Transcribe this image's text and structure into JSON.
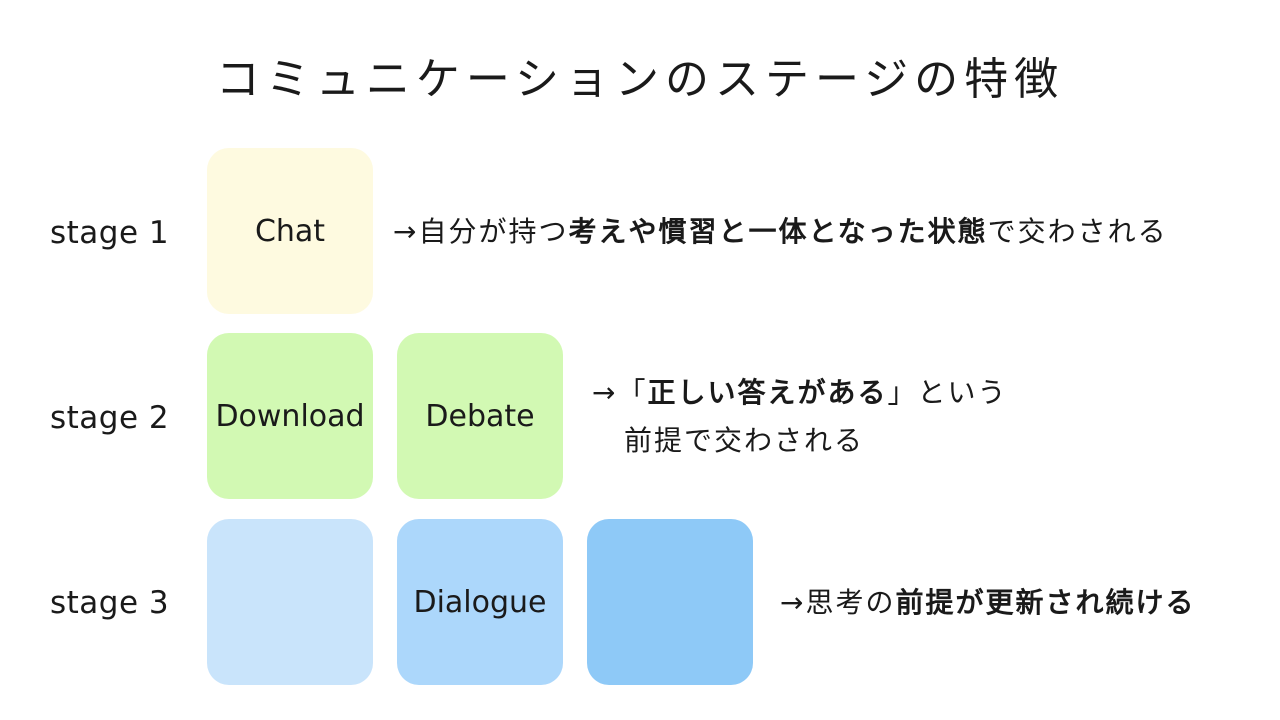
{
  "title": "コミュニケーションのステージの特徴",
  "colors": {
    "stage1_card": "#fefae0",
    "stage2_card": "#d2f9b3",
    "stage3_card_light": "#c9e4fb",
    "stage3_card_mid": "#acd7fb",
    "stage3_card_dark": "#8ec9f7"
  },
  "stages": [
    {
      "label": "stage 1",
      "cards": [
        "Chat"
      ],
      "description": {
        "arrow": "→",
        "parts": [
          {
            "text": "自分が持つ",
            "bold": false
          },
          {
            "text": "考えや慣習と一体となった状態",
            "bold": true
          },
          {
            "text": "で交わされる",
            "bold": false
          }
        ]
      }
    },
    {
      "label": "stage 2",
      "cards": [
        "Download",
        "Debate"
      ],
      "description": {
        "arrow": "→",
        "line1_parts": [
          {
            "text": "「",
            "bold": false
          },
          {
            "text": "正しい答えがある",
            "bold": true
          },
          {
            "text": "」という",
            "bold": false
          }
        ],
        "line2": "前提で交わされる"
      }
    },
    {
      "label": "stage 3",
      "cards": [
        "",
        "Dialogue",
        ""
      ],
      "description": {
        "arrow": "→",
        "parts": [
          {
            "text": "思考の",
            "bold": false
          },
          {
            "text": "前提が更新され続ける",
            "bold": true
          }
        ]
      }
    }
  ]
}
